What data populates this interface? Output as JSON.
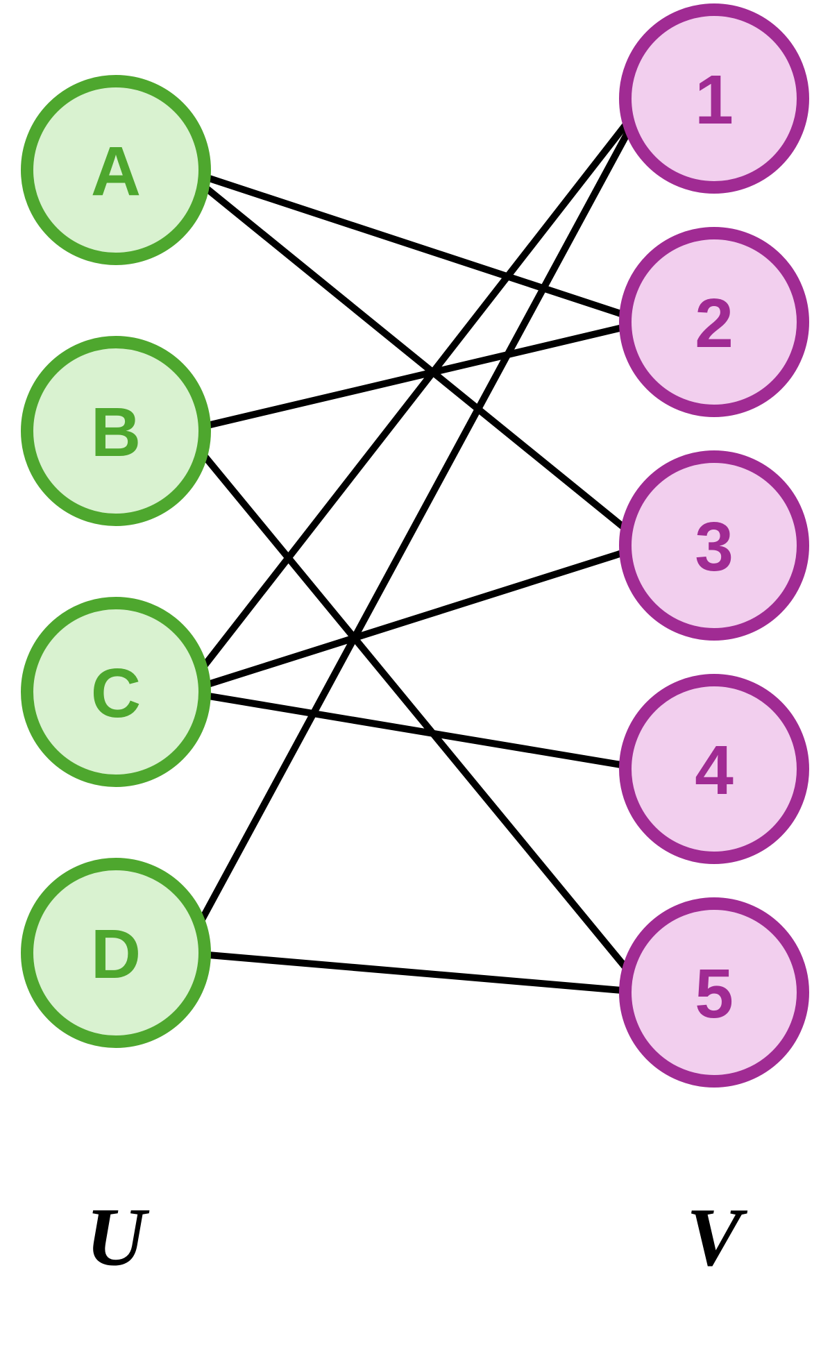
{
  "graph": {
    "type": "bipartite",
    "left_set": {
      "label": "U",
      "nodes": [
        "A",
        "B",
        "C",
        "D"
      ],
      "fill_color": "#d9f2d0",
      "stroke_color": "#4ea72e",
      "text_color": "#4ea72e"
    },
    "right_set": {
      "label": "V",
      "nodes": [
        "1",
        "2",
        "3",
        "4",
        "5"
      ],
      "fill_color": "#f2cfee",
      "stroke_color": "#a02b93",
      "text_color": "#a02b93"
    },
    "edges": [
      [
        "A",
        "2"
      ],
      [
        "A",
        "3"
      ],
      [
        "B",
        "2"
      ],
      [
        "B",
        "5"
      ],
      [
        "C",
        "1"
      ],
      [
        "C",
        "3"
      ],
      [
        "C",
        "4"
      ],
      [
        "D",
        "1"
      ],
      [
        "D",
        "5"
      ]
    ],
    "edge_color": "#000000"
  }
}
